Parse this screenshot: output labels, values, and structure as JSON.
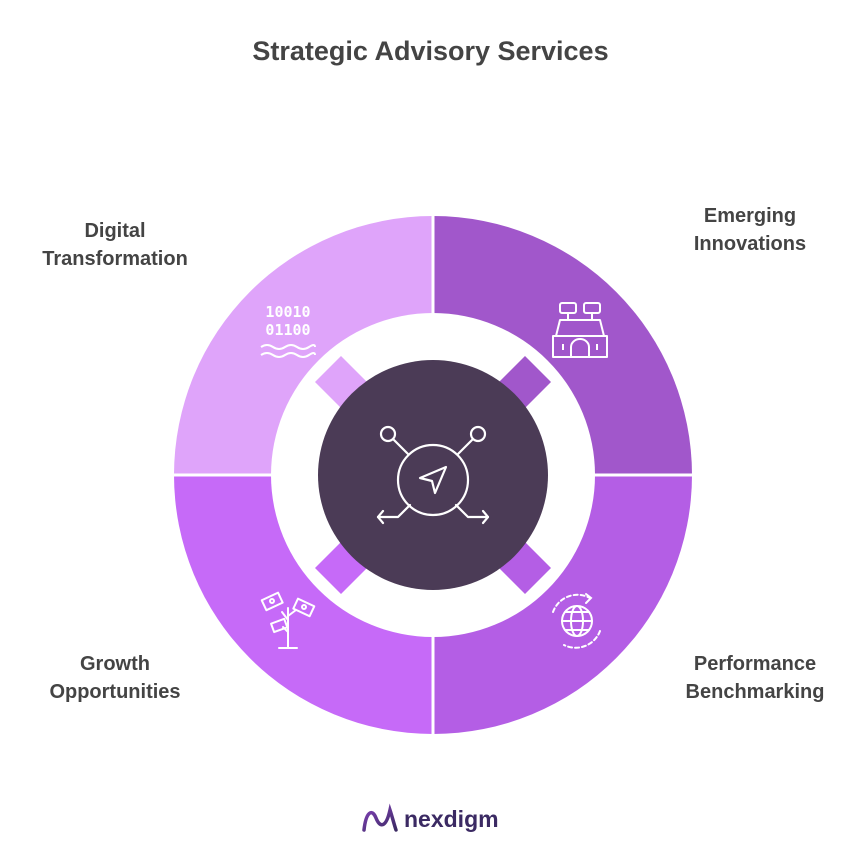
{
  "title": "Strategic Advisory Services",
  "segments": [
    {
      "id": "digital",
      "lines": [
        "Digital",
        "Transformation"
      ],
      "icon": "binary-code-icon",
      "color": "#dfa4fa"
    },
    {
      "id": "emerging",
      "lines": [
        "Emerging",
        "Innovations"
      ],
      "icon": "data-center-icon",
      "color": "#a157cb"
    },
    {
      "id": "growth",
      "lines": [
        "Growth",
        "Opportunities"
      ],
      "icon": "money-plant-icon",
      "color": "#c66af8"
    },
    {
      "id": "performance",
      "lines": [
        "Performance",
        "Benchmarking"
      ],
      "icon": "global-refresh-icon",
      "color": "#b45ee5"
    }
  ],
  "center": {
    "icon": "strategy-navigation-icon",
    "color": "#4b3b56"
  },
  "brand": {
    "name": "nexdigm",
    "color": "#3b2a63"
  }
}
